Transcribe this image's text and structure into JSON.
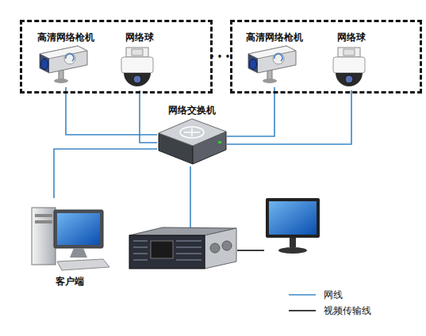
{
  "diagram": {
    "nodes": [
      {
        "text": []
      },
      {
        "text": [
          "高清网络枪机"
        ],
        "in": 0
      },
      {
        "text": [
          "网络球"
        ],
        "in": 0
      },
      {
        "text": []
      },
      {
        "text": [
          "高清网络枪机"
        ],
        "in": 3
      },
      {
        "text": [
          "网络球"
        ],
        "in": 3
      },
      {
        "text": [
          "网络交换机"
        ]
      },
      {
        "text": [
          "客户端"
        ]
      },
      {
        "text": []
      },
      {
        "text": []
      }
    ],
    "edges": [
      {
        "from": 1,
        "to": 6,
        "arrow": "none"
      },
      {
        "from": 2,
        "to": 6,
        "arrow": "none"
      },
      {
        "from": 4,
        "to": 6,
        "arrow": "none"
      },
      {
        "from": 5,
        "to": 6,
        "arrow": "none"
      },
      {
        "from": 7,
        "to": 6,
        "arrow": "none"
      },
      {
        "from": 6,
        "to": 8,
        "arrow": "none"
      },
      {
        "from": 8,
        "to": 9,
        "arrow": "none"
      }
    ],
    "labels": [
      "• • •"
    ],
    "legend": [
      {
        "text": "网线"
      },
      {
        "text": "视频传输线"
      }
    ]
  }
}
